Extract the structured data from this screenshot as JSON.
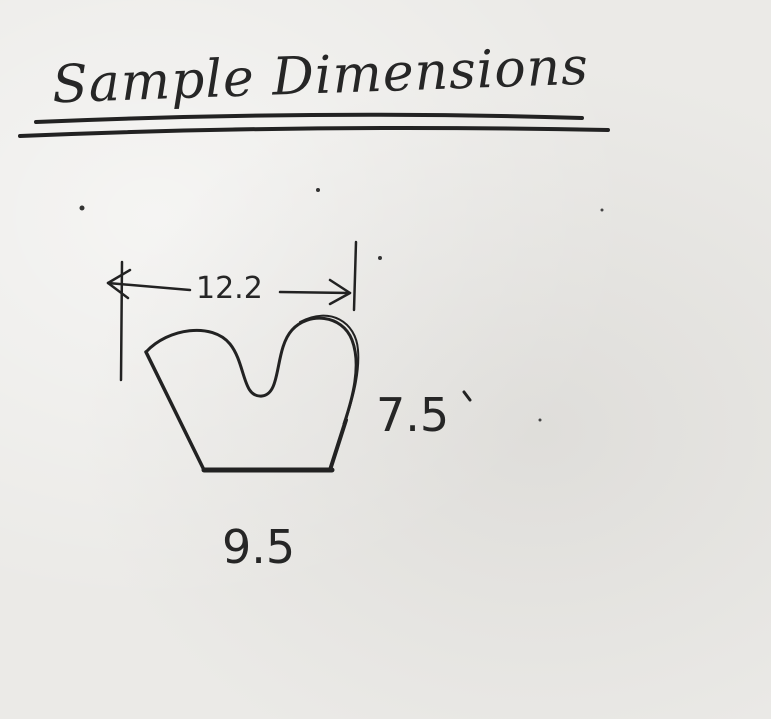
{
  "title": "Sample Dimensions",
  "dimensions": {
    "top_width": "12.2",
    "height": "7.5",
    "bottom_width": "9.5"
  },
  "ink_color": "#222222",
  "paper_color": "#ebeae7"
}
